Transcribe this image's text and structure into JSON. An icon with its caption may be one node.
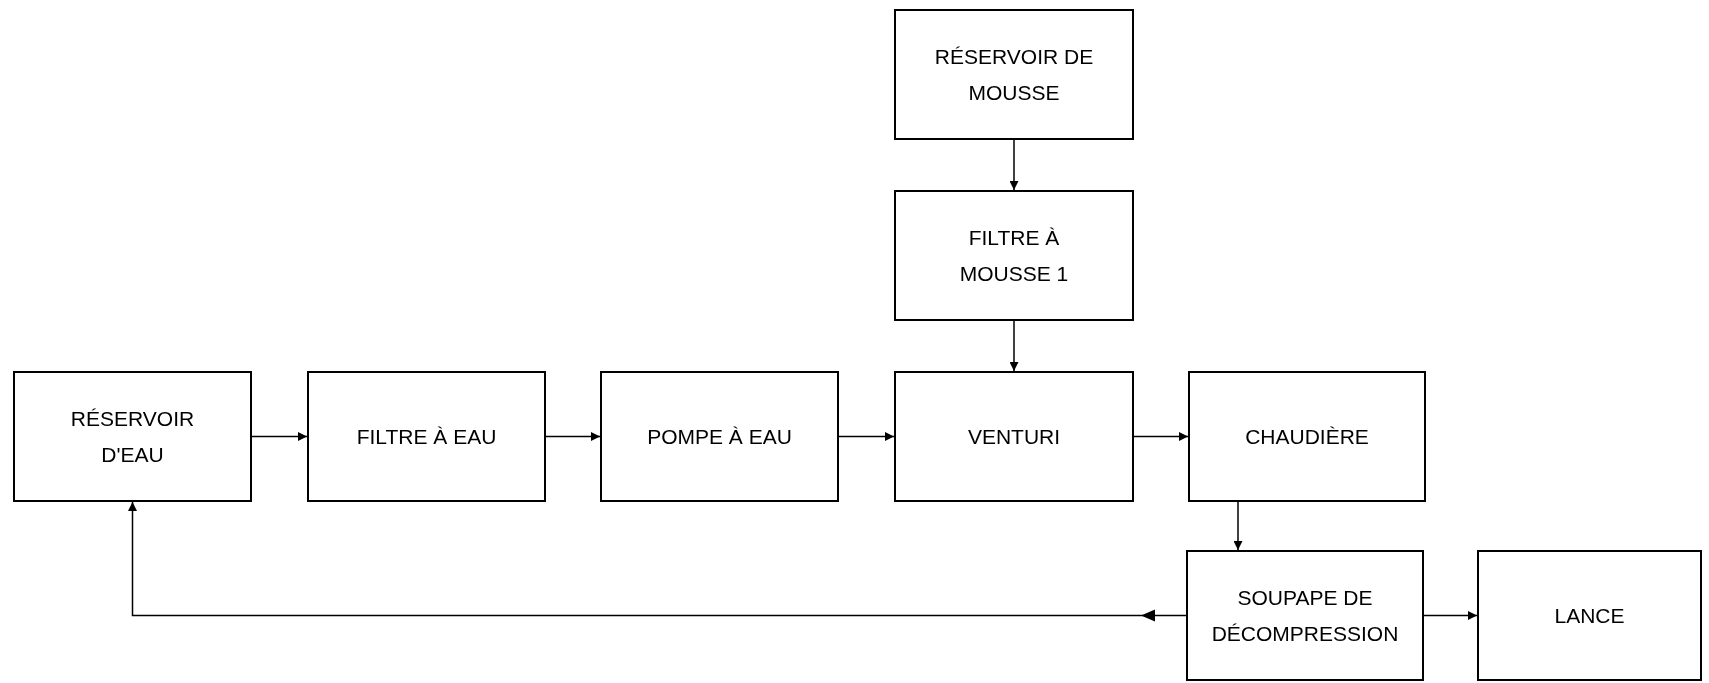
{
  "diagram": {
    "nodes": [
      {
        "text": [
          "RÉSERVOIR DE MOUSSE"
        ]
      },
      {
        "text": [
          "FILTRE À MOUSSE 1"
        ]
      },
      {
        "text": [
          "RÉSERVOIR D'EAU"
        ]
      },
      {
        "text": [
          "FILTRE À EAU"
        ]
      },
      {
        "text": [
          "POMPE À EAU"
        ]
      },
      {
        "text": [
          "VENTURI"
        ]
      },
      {
        "text": [
          "CHAUDIÈRE"
        ]
      },
      {
        "text": [
          "SOUPAPE DE DÉCOMPRESSION"
        ]
      },
      {
        "text": [
          "LANCE"
        ]
      }
    ],
    "edges": [
      {
        "from": 0,
        "to": 1,
        "arrow": "to"
      },
      {
        "from": 1,
        "to": 5,
        "arrow": "to"
      },
      {
        "from": 2,
        "to": 3,
        "arrow": "to"
      },
      {
        "from": 3,
        "to": 4,
        "arrow": "to"
      },
      {
        "from": 4,
        "to": 5,
        "arrow": "to"
      },
      {
        "from": 5,
        "to": 6,
        "arrow": "to"
      },
      {
        "from": 6,
        "to": 7,
        "arrow": "to"
      },
      {
        "from": 7,
        "to": 8,
        "arrow": "to"
      },
      {
        "from": 7,
        "to": 2,
        "arrow": "to"
      }
    ]
  }
}
